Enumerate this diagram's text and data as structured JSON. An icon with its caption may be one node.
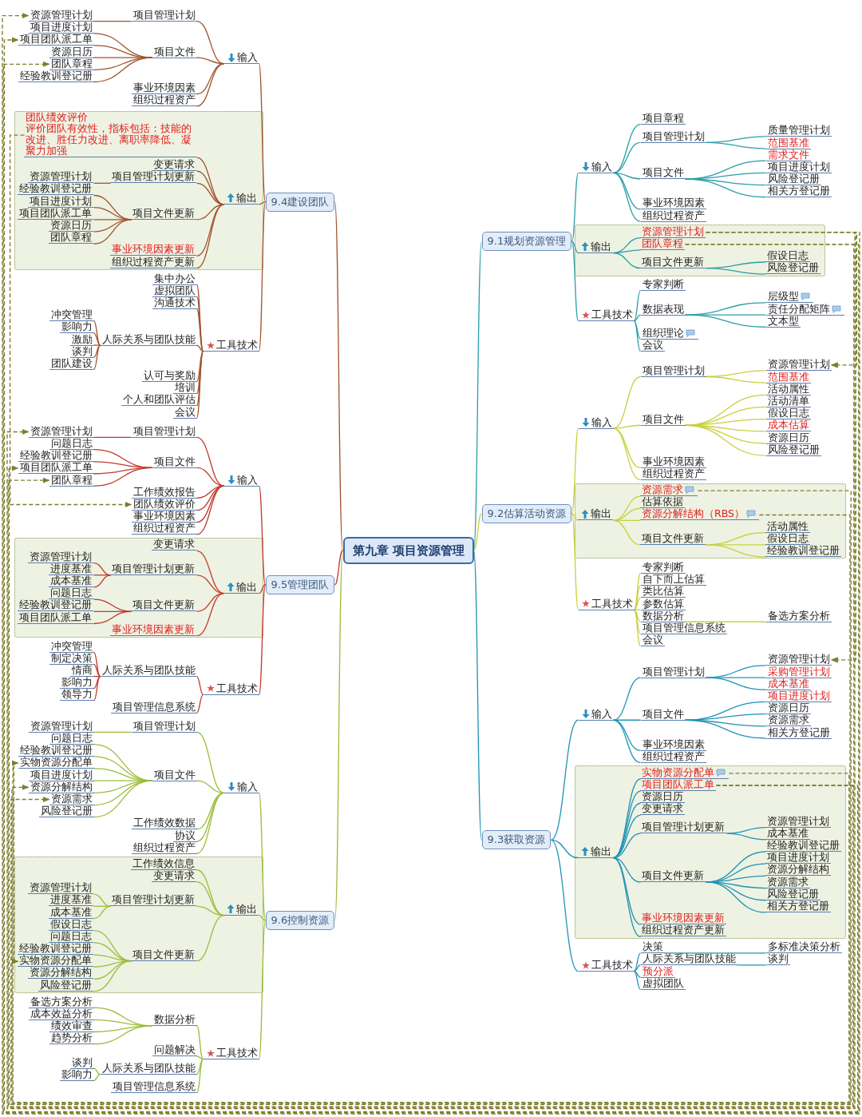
{
  "diagram": {
    "nodes": [
      {
        "text": [
          "第九章 项目资源管理"
        ]
      },
      {
        "text": [
          "9.1规划资源管理"
        ]
      },
      {
        "text": [
          "输入"
        ]
      },
      {
        "text": [
          "项目章程"
        ]
      },
      {
        "text": [
          "项目管理计划"
        ]
      },
      {
        "text": [
          "质量管理计划"
        ]
      },
      {
        "text": [
          "范围基准"
        ]
      },
      {
        "text": [
          "项目文件"
        ]
      },
      {
        "text": [
          "需求文件"
        ]
      },
      {
        "text": [
          "项目进度计划"
        ]
      },
      {
        "text": [
          "风险登记册"
        ]
      },
      {
        "text": [
          "相关方登记册"
        ]
      },
      {
        "text": [
          "事业环境因素"
        ]
      },
      {
        "text": [
          "组织过程资产"
        ]
      },
      {
        "text": [],
        "shape": "box"
      },
      {
        "text": [
          "输出"
        ],
        "in": 14
      },
      {
        "text": [
          "资源管理计划"
        ],
        "in": 14
      },
      {
        "text": [
          "团队章程"
        ],
        "in": 14
      },
      {
        "text": [
          "项目文件更新"
        ],
        "in": 14
      },
      {
        "text": [
          "假设日志"
        ],
        "in": 14
      },
      {
        "text": [
          "风险登记册"
        ],
        "in": 14
      },
      {
        "text": [
          "工具技术"
        ]
      },
      {
        "text": [
          "专家判断"
        ]
      },
      {
        "text": [
          "数据表现"
        ]
      },
      {
        "text": [
          "层级型"
        ]
      },
      {
        "text": [
          "责任分配矩阵"
        ]
      },
      {
        "text": [
          "文本型"
        ]
      },
      {
        "text": [
          "组织理论"
        ]
      },
      {
        "text": [
          "会议"
        ]
      },
      {
        "text": [
          "9.2估算活动资源"
        ]
      },
      {
        "text": [
          "输入"
        ]
      },
      {
        "text": [
          "项目管理计划"
        ]
      },
      {
        "text": [
          "资源管理计划"
        ]
      },
      {
        "text": [
          "范围基准"
        ]
      },
      {
        "text": [
          "项目文件"
        ]
      },
      {
        "text": [
          "活动属性"
        ]
      },
      {
        "text": [
          "活动清单"
        ]
      },
      {
        "text": [
          "假设日志"
        ]
      },
      {
        "text": [
          "成本估算"
        ]
      },
      {
        "text": [
          "资源日历"
        ]
      },
      {
        "text": [
          "风险登记册"
        ]
      },
      {
        "text": [
          "事业环境因素"
        ]
      },
      {
        "text": [
          "组织过程资产"
        ]
      },
      {
        "text": [],
        "shape": "box"
      },
      {
        "text": [
          "输出"
        ],
        "in": 43
      },
      {
        "text": [
          "资源需求"
        ],
        "in": 43
      },
      {
        "text": [
          "估算依据"
        ],
        "in": 43
      },
      {
        "text": [
          "资源分解结构（RBS）"
        ],
        "in": 43
      },
      {
        "text": [
          "项目文件更新"
        ],
        "in": 43
      },
      {
        "text": [
          "活动属性"
        ],
        "in": 43
      },
      {
        "text": [
          "假设日志"
        ],
        "in": 43
      },
      {
        "text": [
          "经验教训登记册"
        ],
        "in": 43
      },
      {
        "text": [
          "工具技术"
        ]
      },
      {
        "text": [
          "专家判断"
        ]
      },
      {
        "text": [
          "自下而上估算"
        ]
      },
      {
        "text": [
          "类比估算"
        ]
      },
      {
        "text": [
          "参数估算"
        ]
      },
      {
        "text": [
          "数据分析"
        ]
      },
      {
        "text": [
          "备选方案分析"
        ]
      },
      {
        "text": [
          "项目管理信息系统"
        ]
      },
      {
        "text": [
          "会议"
        ]
      },
      {
        "text": [
          "9.3获取资源"
        ]
      },
      {
        "text": [
          "输入"
        ]
      },
      {
        "text": [
          "项目管理计划"
        ]
      },
      {
        "text": [
          "资源管理计划"
        ]
      },
      {
        "text": [
          "采购管理计划"
        ]
      },
      {
        "text": [
          "成本基准"
        ]
      },
      {
        "text": [
          "项目文件"
        ]
      },
      {
        "text": [
          "项目进度计划"
        ]
      },
      {
        "text": [
          "资源日历"
        ]
      },
      {
        "text": [
          "资源需求"
        ]
      },
      {
        "text": [
          "相关方登记册"
        ]
      },
      {
        "text": [
          "事业环境因素"
        ]
      },
      {
        "text": [
          "组织过程资产"
        ]
      },
      {
        "text": [],
        "shape": "box"
      },
      {
        "text": [
          "输出"
        ],
        "in": 74
      },
      {
        "text": [
          "实物资源分配单"
        ],
        "in": 74
      },
      {
        "text": [
          "项目团队派工单"
        ],
        "in": 74
      },
      {
        "text": [
          "资源日历"
        ],
        "in": 74
      },
      {
        "text": [
          "变更请求"
        ],
        "in": 74
      },
      {
        "text": [
          "项目管理计划更新"
        ],
        "in": 74
      },
      {
        "text": [
          "资源管理计划"
        ],
        "in": 74
      },
      {
        "text": [
          "成本基准"
        ],
        "in": 74
      },
      {
        "text": [
          "项目文件更新"
        ],
        "in": 74
      },
      {
        "text": [
          "经验教训登记册"
        ],
        "in": 74
      },
      {
        "text": [
          "项目进度计划"
        ],
        "in": 74
      },
      {
        "text": [
          "资源分解结构"
        ],
        "in": 74
      },
      {
        "text": [
          "资源需求"
        ],
        "in": 74
      },
      {
        "text": [
          "风险登记册"
        ],
        "in": 74
      },
      {
        "text": [
          "相关方登记册"
        ],
        "in": 74
      },
      {
        "text": [
          "事业环境因素更新"
        ],
        "in": 74
      },
      {
        "text": [
          "组织过程资产更新"
        ],
        "in": 74
      },
      {
        "text": [
          "工具技术"
        ]
      },
      {
        "text": [
          "决策"
        ]
      },
      {
        "text": [
          "多标准决策分析"
        ]
      },
      {
        "text": [
          "人际关系与团队技能"
        ]
      },
      {
        "text": [
          "谈判"
        ]
      },
      {
        "text": [
          "预分派"
        ]
      },
      {
        "text": [
          "虚拟团队"
        ]
      },
      {
        "text": [
          "9.4建设团队"
        ]
      },
      {
        "text": [
          "输入"
        ]
      },
      {
        "text": [
          "项目管理计划"
        ]
      },
      {
        "text": [
          "资源管理计划"
        ]
      },
      {
        "text": [
          "项目文件"
        ]
      },
      {
        "text": [
          "项目进度计划"
        ]
      },
      {
        "text": [
          "项目团队派工单"
        ]
      },
      {
        "text": [
          "资源日历"
        ]
      },
      {
        "text": [
          "团队章程"
        ]
      },
      {
        "text": [
          "经验教训登记册"
        ]
      },
      {
        "text": [
          "事业环境因素"
        ]
      },
      {
        "text": [
          "组织过程资产"
        ]
      },
      {
        "text": [],
        "shape": "box"
      },
      {
        "text": [
          "输出"
        ],
        "in": 111
      },
      {
        "text": [
          "团队绩效评价",
          "评价团队有效性，指标包括：技能的改进、胜任力改进、离职率降低、凝聚力加强"
        ],
        "in": 111
      },
      {
        "text": [
          "变更请求"
        ],
        "in": 111
      },
      {
        "text": [
          "项目管理计划更新"
        ],
        "in": 111
      },
      {
        "text": [
          "资源管理计划"
        ],
        "in": 111
      },
      {
        "text": [
          "项目文件更新"
        ],
        "in": 111
      },
      {
        "text": [
          "经验教训登记册"
        ],
        "in": 111
      },
      {
        "text": [
          "项目进度计划"
        ],
        "in": 111
      },
      {
        "text": [
          "项目团队派工单"
        ],
        "in": 111
      },
      {
        "text": [
          "资源日历"
        ],
        "in": 111
      },
      {
        "text": [
          "团队章程"
        ],
        "in": 111
      },
      {
        "text": [
          "事业环境因素更新"
        ],
        "in": 111
      },
      {
        "text": [
          "组织过程资产更新"
        ],
        "in": 111
      },
      {
        "text": [
          "工具技术"
        ]
      },
      {
        "text": [
          "集中办公"
        ]
      },
      {
        "text": [
          "虚拟团队"
        ]
      },
      {
        "text": [
          "沟通技术"
        ]
      },
      {
        "text": [
          "人际关系与团队技能"
        ]
      },
      {
        "text": [
          "冲突管理"
        ]
      },
      {
        "text": [
          "影响力"
        ]
      },
      {
        "text": [
          "激励"
        ]
      },
      {
        "text": [
          "谈判"
        ]
      },
      {
        "text": [
          "团队建设"
        ]
      },
      {
        "text": [
          "认可与奖励"
        ]
      },
      {
        "text": [
          "培训"
        ]
      },
      {
        "text": [
          "个人和团队评估"
        ]
      },
      {
        "text": [
          "会议"
        ]
      },
      {
        "text": [
          "9.5管理团队"
        ]
      },
      {
        "text": [
          "输入"
        ]
      },
      {
        "text": [
          "项目管理计划"
        ]
      },
      {
        "text": [
          "资源管理计划"
        ]
      },
      {
        "text": [
          "项目文件"
        ]
      },
      {
        "text": [
          "问题日志"
        ]
      },
      {
        "text": [
          "经验教训登记册"
        ]
      },
      {
        "text": [
          "项目团队派工单"
        ]
      },
      {
        "text": [
          "团队章程"
        ]
      },
      {
        "text": [
          "工作绩效报告"
        ]
      },
      {
        "text": [
          "团队绩效评价"
        ]
      },
      {
        "text": [
          "事业环境因素"
        ]
      },
      {
        "text": [
          "组织过程资产"
        ]
      },
      {
        "text": [],
        "shape": "box"
      },
      {
        "text": [
          "输出"
        ],
        "in": 152
      },
      {
        "text": [
          "变更请求"
        ],
        "in": 152
      },
      {
        "text": [
          "项目管理计划更新"
        ],
        "in": 152
      },
      {
        "text": [
          "资源管理计划"
        ],
        "in": 152
      },
      {
        "text": [
          "进度基准"
        ],
        "in": 152
      },
      {
        "text": [
          "成本基准"
        ],
        "in": 152
      },
      {
        "text": [
          "项目文件更新"
        ],
        "in": 152
      },
      {
        "text": [
          "问题日志"
        ],
        "in": 152
      },
      {
        "text": [
          "经验教训登记册"
        ],
        "in": 152
      },
      {
        "text": [
          "项目团队派工单"
        ],
        "in": 152
      },
      {
        "text": [
          "事业环境因素更新"
        ],
        "in": 152
      },
      {
        "text": [
          "工具技术"
        ]
      },
      {
        "text": [
          "人际关系与团队技能"
        ]
      },
      {
        "text": [
          "冲突管理"
        ]
      },
      {
        "text": [
          "制定决策"
        ]
      },
      {
        "text": [
          "情商"
        ]
      },
      {
        "text": [
          "影响力"
        ]
      },
      {
        "text": [
          "领导力"
        ]
      },
      {
        "text": [
          "项目管理信息系统"
        ]
      },
      {
        "text": [
          "9.6控制资源"
        ]
      },
      {
        "text": [
          "输入"
        ]
      },
      {
        "text": [
          "项目管理计划"
        ]
      },
      {
        "text": [
          "资源管理计划"
        ]
      },
      {
        "text": [
          "项目文件"
        ]
      },
      {
        "text": [
          "问题日志"
        ]
      },
      {
        "text": [
          "经验教训登记册"
        ]
      },
      {
        "text": [
          "实物资源分配单"
        ]
      },
      {
        "text": [
          "项目进度计划"
        ]
      },
      {
        "text": [
          "资源分解结构"
        ]
      },
      {
        "text": [
          "资源需求"
        ]
      },
      {
        "text": [
          "风险登记册"
        ]
      },
      {
        "text": [
          "工作绩效数据"
        ]
      },
      {
        "text": [
          "协议"
        ]
      },
      {
        "text": [
          "组织过程资产"
        ]
      },
      {
        "text": [],
        "shape": "box"
      },
      {
        "text": [
          "输出"
        ],
        "in": 187
      },
      {
        "text": [
          "工作绩效信息"
        ],
        "in": 187
      },
      {
        "text": [
          "变更请求"
        ],
        "in": 187
      },
      {
        "text": [
          "项目管理计划更新"
        ],
        "in": 187
      },
      {
        "text": [
          "资源管理计划"
        ],
        "in": 187
      },
      {
        "text": [
          "进度基准"
        ],
        "in": 187
      },
      {
        "text": [
          "成本基准"
        ],
        "in": 187
      },
      {
        "text": [
          "项目文件更新"
        ],
        "in": 187
      },
      {
        "text": [
          "假设日志"
        ],
        "in": 187
      },
      {
        "text": [
          "问题日志"
        ],
        "in": 187
      },
      {
        "text": [
          "经验教训登记册"
        ],
        "in": 187
      },
      {
        "text": [
          "实物资源分配单"
        ],
        "in": 187
      },
      {
        "text": [
          "资源分解结构"
        ],
        "in": 187
      },
      {
        "text": [
          "风险登记册"
        ],
        "in": 187
      },
      {
        "text": [
          "工具技术"
        ]
      },
      {
        "text": [
          "数据分析"
        ]
      },
      {
        "text": [
          "备选方案分析"
        ]
      },
      {
        "text": [
          "成本效益分析"
        ]
      },
      {
        "text": [
          "绩效审查"
        ]
      },
      {
        "text": [
          "趋势分析"
        ]
      },
      {
        "text": [
          "问题解决"
        ]
      },
      {
        "text": [
          "人际关系与团队技能"
        ]
      },
      {
        "text": [
          "谈判"
        ]
      },
      {
        "text": [
          "影响力"
        ]
      },
      {
        "text": [
          "项目管理信息系统"
        ]
      }
    ],
    "edges": [
      {
        "from": 0,
        "to": 1,
        "arrow": "none",
        "color": "#2a9fa8"
      },
      {
        "from": 1,
        "to": 2,
        "arrow": "none",
        "color": "#2a9fa8"
      },
      {
        "from": 2,
        "to": 3,
        "arrow": "none",
        "color": "#2a9fa8"
      },
      {
        "from": 2,
        "to": 4,
        "arrow": "none",
        "color": "#2a9fa8"
      },
      {
        "from": 4,
        "to": 5,
        "arrow": "none",
        "color": "#2a9fa8"
      },
      {
        "from": 4,
        "to": 6,
        "arrow": "none",
        "color": "#2a9fa8"
      },
      {
        "from": 2,
        "to": 7,
        "arrow": "none",
        "color": "#2a9fa8"
      },
      {
        "from": 7,
        "to": 8,
        "arrow": "none",
        "color": "#2a9fa8"
      },
      {
        "from": 7,
        "to": 9,
        "arrow": "none",
        "color": "#2a9fa8"
      },
      {
        "from": 7,
        "to": 10,
        "arrow": "none",
        "color": "#2a9fa8"
      },
      {
        "from": 7,
        "to": 11,
        "arrow": "none",
        "color": "#2a9fa8"
      },
      {
        "from": 2,
        "to": 12,
        "arrow": "none",
        "color": "#2a9fa8"
      },
      {
        "from": 2,
        "to": 13,
        "arrow": "none",
        "color": "#2a9fa8"
      },
      {
        "from": 1,
        "to": 15,
        "arrow": "none",
        "color": "#2a9fa8"
      },
      {
        "from": 15,
        "to": 16,
        "arrow": "none",
        "color": "#2a9fa8"
      },
      {
        "from": 15,
        "to": 17,
        "arrow": "none",
        "color": "#2a9fa8"
      },
      {
        "from": 15,
        "to": 18,
        "arrow": "none",
        "color": "#2a9fa8"
      },
      {
        "from": 18,
        "to": 19,
        "arrow": "none",
        "color": "#2a9fa8"
      },
      {
        "from": 18,
        "to": 20,
        "arrow": "none",
        "color": "#2a9fa8"
      },
      {
        "from": 1,
        "to": 21,
        "arrow": "none",
        "color": "#2a9fa8"
      },
      {
        "from": 21,
        "to": 22,
        "arrow": "none",
        "color": "#2a9fa8"
      },
      {
        "from": 21,
        "to": 23,
        "arrow": "none",
        "color": "#2a9fa8"
      },
      {
        "from": 23,
        "to": 24,
        "arrow": "none",
        "color": "#2a9fa8"
      },
      {
        "from": 23,
        "to": 25,
        "arrow": "none",
        "color": "#2a9fa8"
      },
      {
        "from": 23,
        "to": 26,
        "arrow": "none",
        "color": "#2a9fa8"
      },
      {
        "from": 21,
        "to": 27,
        "arrow": "none",
        "color": "#2a9fa8"
      },
      {
        "from": 21,
        "to": 28,
        "arrow": "none",
        "color": "#2a9fa8"
      },
      {
        "from": 0,
        "to": 29,
        "arrow": "none",
        "color": "#c9cf3e"
      },
      {
        "from": 29,
        "to": 30,
        "arrow": "none",
        "color": "#c9cf3e"
      },
      {
        "from": 30,
        "to": 31,
        "arrow": "none",
        "color": "#c9cf3e"
      },
      {
        "from": 31,
        "to": 32,
        "arrow": "none",
        "color": "#c9cf3e"
      },
      {
        "from": 31,
        "to": 33,
        "arrow": "none",
        "color": "#c9cf3e"
      },
      {
        "from": 30,
        "to": 34,
        "arrow": "none",
        "color": "#c9cf3e"
      },
      {
        "from": 34,
        "to": 35,
        "arrow": "none",
        "color": "#c9cf3e"
      },
      {
        "from": 34,
        "to": 36,
        "arrow": "none",
        "color": "#c9cf3e"
      },
      {
        "from": 34,
        "to": 37,
        "arrow": "none",
        "color": "#c9cf3e"
      },
      {
        "from": 34,
        "to": 38,
        "arrow": "none",
        "color": "#c9cf3e"
      },
      {
        "from": 34,
        "to": 39,
        "arrow": "none",
        "color": "#c9cf3e"
      },
      {
        "from": 34,
        "to": 40,
        "arrow": "none",
        "color": "#c9cf3e"
      },
      {
        "from": 30,
        "to": 41,
        "arrow": "none",
        "color": "#c9cf3e"
      },
      {
        "from": 30,
        "to": 42,
        "arrow": "none",
        "color": "#c9cf3e"
      },
      {
        "from": 29,
        "to": 44,
        "arrow": "none",
        "color": "#c9cf3e"
      },
      {
        "from": 44,
        "to": 45,
        "arrow": "none",
        "color": "#c9cf3e"
      },
      {
        "from": 44,
        "to": 46,
        "arrow": "none",
        "color": "#c9cf3e"
      },
      {
        "from": 44,
        "to": 47,
        "arrow": "none",
        "color": "#c9cf3e"
      },
      {
        "from": 44,
        "to": 48,
        "arrow": "none",
        "color": "#c9cf3e"
      },
      {
        "from": 48,
        "to": 49,
        "arrow": "none",
        "color": "#c9cf3e"
      },
      {
        "from": 48,
        "to": 50,
        "arrow": "none",
        "color": "#c9cf3e"
      },
      {
        "from": 48,
        "to": 51,
        "arrow": "none",
        "color": "#c9cf3e"
      },
      {
        "from": 29,
        "to": 52,
        "arrow": "none",
        "color": "#c9cf3e"
      },
      {
        "from": 52,
        "to": 53,
        "arrow": "none",
        "color": "#c9cf3e"
      },
      {
        "from": 52,
        "to": 54,
        "arrow": "none",
        "color": "#c9cf3e"
      },
      {
        "from": 52,
        "to": 55,
        "arrow": "none",
        "color": "#c9cf3e"
      },
      {
        "from": 52,
        "to": 56,
        "arrow": "none",
        "color": "#c9cf3e"
      },
      {
        "from": 52,
        "to": 57,
        "arrow": "none",
        "color": "#c9cf3e"
      },
      {
        "from": 57,
        "to": 58,
        "arrow": "none",
        "color": "#c9cf3e"
      },
      {
        "from": 52,
        "to": 59,
        "arrow": "none",
        "color": "#c9cf3e"
      },
      {
        "from": 52,
        "to": 60,
        "arrow": "none",
        "color": "#c9cf3e"
      },
      {
        "from": 0,
        "to": 61,
        "arrow": "none",
        "color": "#1f93b5"
      },
      {
        "from": 61,
        "to": 62,
        "arrow": "none",
        "color": "#1f93b5"
      },
      {
        "from": 62,
        "to": 63,
        "arrow": "none",
        "color": "#1f93b5"
      },
      {
        "from": 63,
        "to": 64,
        "arrow": "none",
        "color": "#1f93b5"
      },
      {
        "from": 63,
        "to": 65,
        "arrow": "none",
        "color": "#1f93b5"
      },
      {
        "from": 63,
        "to": 66,
        "arrow": "none",
        "color": "#1f93b5"
      },
      {
        "from": 62,
        "to": 67,
        "arrow": "none",
        "color": "#1f93b5"
      },
      {
        "from": 67,
        "to": 68,
        "arrow": "none",
        "color": "#1f93b5"
      },
      {
        "from": 67,
        "to": 69,
        "arrow": "none",
        "color": "#1f93b5"
      },
      {
        "from": 67,
        "to": 70,
        "arrow": "none",
        "color": "#1f93b5"
      },
      {
        "from": 67,
        "to": 71,
        "arrow": "none",
        "color": "#1f93b5"
      },
      {
        "from": 62,
        "to": 72,
        "arrow": "none",
        "color": "#1f93b5"
      },
      {
        "from": 62,
        "to": 73,
        "arrow": "none",
        "color": "#1f93b5"
      },
      {
        "from": 61,
        "to": 75,
        "arrow": "none",
        "color": "#1f93b5"
      },
      {
        "from": 75,
        "to": 76,
        "arrow": "none",
        "color": "#1f93b5"
      },
      {
        "from": 75,
        "to": 77,
        "arrow": "none",
        "color": "#1f93b5"
      },
      {
        "from": 75,
        "to": 78,
        "arrow": "none",
        "color": "#1f93b5"
      },
      {
        "from": 75,
        "to": 79,
        "arrow": "none",
        "color": "#1f93b5"
      },
      {
        "from": 75,
        "to": 80,
        "arrow": "none",
        "color": "#1f93b5"
      },
      {
        "from": 80,
        "to": 81,
        "arrow": "none",
        "color": "#1f93b5"
      },
      {
        "from": 80,
        "to": 82,
        "arrow": "none",
        "color": "#1f93b5"
      },
      {
        "from": 75,
        "to": 83,
        "arrow": "none",
        "color": "#1f93b5"
      },
      {
        "from": 83,
        "to": 84,
        "arrow": "none",
        "color": "#1f93b5"
      },
      {
        "from": 83,
        "to": 85,
        "arrow": "none",
        "color": "#1f93b5"
      },
      {
        "from": 83,
        "to": 86,
        "arrow": "none",
        "color": "#1f93b5"
      },
      {
        "from": 83,
        "to": 87,
        "arrow": "none",
        "color": "#1f93b5"
      },
      {
        "from": 83,
        "to": 88,
        "arrow": "none",
        "color": "#1f93b5"
      },
      {
        "from": 83,
        "to": 89,
        "arrow": "none",
        "color": "#1f93b5"
      },
      {
        "from": 75,
        "to": 90,
        "arrow": "none",
        "color": "#1f93b5"
      },
      {
        "from": 75,
        "to": 91,
        "arrow": "none",
        "color": "#1f93b5"
      },
      {
        "from": 61,
        "to": 92,
        "arrow": "none",
        "color": "#1f93b5"
      },
      {
        "from": 92,
        "to": 93,
        "arrow": "none",
        "color": "#1f93b5"
      },
      {
        "from": 93,
        "to": 94,
        "arrow": "none",
        "color": "#1f93b5"
      },
      {
        "from": 92,
        "to": 95,
        "arrow": "none",
        "color": "#1f93b5"
      },
      {
        "from": 95,
        "to": 96,
        "arrow": "none",
        "color": "#1f93b5"
      },
      {
        "from": 92,
        "to": 97,
        "arrow": "none",
        "color": "#1f93b5"
      },
      {
        "from": 92,
        "to": 98,
        "arrow": "none",
        "color": "#1f93b5"
      },
      {
        "from": 0,
        "to": 99,
        "arrow": "none",
        "color": "#a0522d"
      },
      {
        "from": 99,
        "to": 100,
        "arrow": "none",
        "color": "#a0522d"
      },
      {
        "from": 100,
        "to": 101,
        "arrow": "none",
        "color": "#a0522d"
      },
      {
        "from": 101,
        "to": 102,
        "arrow": "none",
        "color": "#a0522d"
      },
      {
        "from": 100,
        "to": 103,
        "arrow": "none",
        "color": "#a0522d"
      },
      {
        "from": 103,
        "to": 104,
        "arrow": "none",
        "color": "#a0522d"
      },
      {
        "from": 103,
        "to": 105,
        "arrow": "none",
        "color": "#a0522d"
      },
      {
        "from": 103,
        "to": 106,
        "arrow": "none",
        "color": "#a0522d"
      },
      {
        "from": 103,
        "to": 107,
        "arrow": "none",
        "color": "#a0522d"
      },
      {
        "from": 103,
        "to": 108,
        "arrow": "none",
        "color": "#a0522d"
      },
      {
        "from": 100,
        "to": 109,
        "arrow": "none",
        "color": "#a0522d"
      },
      {
        "from": 100,
        "to": 110,
        "arrow": "none",
        "color": "#a0522d"
      },
      {
        "from": 99,
        "to": 112,
        "arrow": "none",
        "color": "#a0522d"
      },
      {
        "from": 112,
        "to": 113,
        "arrow": "none",
        "color": "#a0522d"
      },
      {
        "from": 112,
        "to": 114,
        "arrow": "none",
        "color": "#a0522d"
      },
      {
        "from": 112,
        "to": 115,
        "arrow": "none",
        "color": "#a0522d"
      },
      {
        "from": 115,
        "to": 116,
        "arrow": "none",
        "color": "#a0522d"
      },
      {
        "from": 112,
        "to": 117,
        "arrow": "none",
        "color": "#a0522d"
      },
      {
        "from": 117,
        "to": 118,
        "arrow": "none",
        "color": "#a0522d"
      },
      {
        "from": 117,
        "to": 119,
        "arrow": "none",
        "color": "#a0522d"
      },
      {
        "from": 117,
        "to": 120,
        "arrow": "none",
        "color": "#a0522d"
      },
      {
        "from": 117,
        "to": 121,
        "arrow": "none",
        "color": "#a0522d"
      },
      {
        "from": 117,
        "to": 122,
        "arrow": "none",
        "color": "#a0522d"
      },
      {
        "from": 112,
        "to": 123,
        "arrow": "none",
        "color": "#a0522d"
      },
      {
        "from": 112,
        "to": 124,
        "arrow": "none",
        "color": "#a0522d"
      },
      {
        "from": 99,
        "to": 125,
        "arrow": "none",
        "color": "#a0522d"
      },
      {
        "from": 125,
        "to": 126,
        "arrow": "none",
        "color": "#a0522d"
      },
      {
        "from": 125,
        "to": 127,
        "arrow": "none",
        "color": "#a0522d"
      },
      {
        "from": 125,
        "to": 128,
        "arrow": "none",
        "color": "#a0522d"
      },
      {
        "from": 125,
        "to": 129,
        "arrow": "none",
        "color": "#a0522d"
      },
      {
        "from": 129,
        "to": 130,
        "arrow": "none",
        "color": "#a0522d"
      },
      {
        "from": 129,
        "to": 131,
        "arrow": "none",
        "color": "#a0522d"
      },
      {
        "from": 129,
        "to": 132,
        "arrow": "none",
        "color": "#a0522d"
      },
      {
        "from": 129,
        "to": 133,
        "arrow": "none",
        "color": "#a0522d"
      },
      {
        "from": 129,
        "to": 134,
        "arrow": "none",
        "color": "#a0522d"
      },
      {
        "from": 125,
        "to": 135,
        "arrow": "none",
        "color": "#a0522d"
      },
      {
        "from": 125,
        "to": 136,
        "arrow": "none",
        "color": "#a0522d"
      },
      {
        "from": 125,
        "to": 137,
        "arrow": "none",
        "color": "#a0522d"
      },
      {
        "from": 125,
        "to": 138,
        "arrow": "none",
        "color": "#a0522d"
      },
      {
        "from": 0,
        "to": 139,
        "arrow": "none",
        "color": "#c0392b"
      },
      {
        "from": 139,
        "to": 140,
        "arrow": "none",
        "color": "#c0392b"
      },
      {
        "from": 140,
        "to": 141,
        "arrow": "none",
        "color": "#c0392b"
      },
      {
        "from": 141,
        "to": 142,
        "arrow": "none",
        "color": "#c0392b"
      },
      {
        "from": 140,
        "to": 143,
        "arrow": "none",
        "color": "#c0392b"
      },
      {
        "from": 143,
        "to": 144,
        "arrow": "none",
        "color": "#c0392b"
      },
      {
        "from": 143,
        "to": 145,
        "arrow": "none",
        "color": "#c0392b"
      },
      {
        "from": 143,
        "to": 146,
        "arrow": "none",
        "color": "#c0392b"
      },
      {
        "from": 143,
        "to": 147,
        "arrow": "none",
        "color": "#c0392b"
      },
      {
        "from": 140,
        "to": 148,
        "arrow": "none",
        "color": "#c0392b"
      },
      {
        "from": 140,
        "to": 149,
        "arrow": "none",
        "color": "#c0392b"
      },
      {
        "from": 140,
        "to": 150,
        "arrow": "none",
        "color": "#c0392b"
      },
      {
        "from": 140,
        "to": 151,
        "arrow": "none",
        "color": "#c0392b"
      },
      {
        "from": 139,
        "to": 153,
        "arrow": "none",
        "color": "#c0392b"
      },
      {
        "from": 153,
        "to": 154,
        "arrow": "none",
        "color": "#c0392b"
      },
      {
        "from": 153,
        "to": 155,
        "arrow": "none",
        "color": "#c0392b"
      },
      {
        "from": 155,
        "to": 156,
        "arrow": "none",
        "color": "#c0392b"
      },
      {
        "from": 155,
        "to": 157,
        "arrow": "none",
        "color": "#c0392b"
      },
      {
        "from": 155,
        "to": 158,
        "arrow": "none",
        "color": "#c0392b"
      },
      {
        "from": 153,
        "to": 159,
        "arrow": "none",
        "color": "#c0392b"
      },
      {
        "from": 159,
        "to": 160,
        "arrow": "none",
        "color": "#c0392b"
      },
      {
        "from": 159,
        "to": 161,
        "arrow": "none",
        "color": "#c0392b"
      },
      {
        "from": 159,
        "to": 162,
        "arrow": "none",
        "color": "#c0392b"
      },
      {
        "from": 153,
        "to": 163,
        "arrow": "none",
        "color": "#c0392b"
      },
      {
        "from": 139,
        "to": 164,
        "arrow": "none",
        "color": "#c0392b"
      },
      {
        "from": 164,
        "to": 165,
        "arrow": "none",
        "color": "#c0392b"
      },
      {
        "from": 165,
        "to": 166,
        "arrow": "none",
        "color": "#c0392b"
      },
      {
        "from": 165,
        "to": 167,
        "arrow": "none",
        "color": "#c0392b"
      },
      {
        "from": 165,
        "to": 168,
        "arrow": "none",
        "color": "#c0392b"
      },
      {
        "from": 165,
        "to": 169,
        "arrow": "none",
        "color": "#c0392b"
      },
      {
        "from": 165,
        "to": 170,
        "arrow": "none",
        "color": "#c0392b"
      },
      {
        "from": 164,
        "to": 171,
        "arrow": "none",
        "color": "#c0392b"
      },
      {
        "from": 0,
        "to": 172,
        "arrow": "none",
        "color": "#9cbc3a"
      },
      {
        "from": 172,
        "to": 173,
        "arrow": "none",
        "color": "#9cbc3a"
      },
      {
        "from": 173,
        "to": 174,
        "arrow": "none",
        "color": "#9cbc3a"
      },
      {
        "from": 174,
        "to": 175,
        "arrow": "none",
        "color": "#9cbc3a"
      },
      {
        "from": 173,
        "to": 176,
        "arrow": "none",
        "color": "#9cbc3a"
      },
      {
        "from": 176,
        "to": 177,
        "arrow": "none",
        "color": "#9cbc3a"
      },
      {
        "from": 176,
        "to": 178,
        "arrow": "none",
        "color": "#9cbc3a"
      },
      {
        "from": 176,
        "to": 179,
        "arrow": "none",
        "color": "#9cbc3a"
      },
      {
        "from": 176,
        "to": 180,
        "arrow": "none",
        "color": "#9cbc3a"
      },
      {
        "from": 176,
        "to": 181,
        "arrow": "none",
        "color": "#9cbc3a"
      },
      {
        "from": 176,
        "to": 182,
        "arrow": "none",
        "color": "#9cbc3a"
      },
      {
        "from": 176,
        "to": 183,
        "arrow": "none",
        "color": "#9cbc3a"
      },
      {
        "from": 173,
        "to": 184,
        "arrow": "none",
        "color": "#9cbc3a"
      },
      {
        "from": 173,
        "to": 185,
        "arrow": "none",
        "color": "#9cbc3a"
      },
      {
        "from": 173,
        "to": 186,
        "arrow": "none",
        "color": "#9cbc3a"
      },
      {
        "from": 172,
        "to": 188,
        "arrow": "none",
        "color": "#9cbc3a"
      },
      {
        "from": 188,
        "to": 189,
        "arrow": "none",
        "color": "#9cbc3a"
      },
      {
        "from": 188,
        "to": 190,
        "arrow": "none",
        "color": "#9cbc3a"
      },
      {
        "from": 188,
        "to": 191,
        "arrow": "none",
        "color": "#9cbc3a"
      },
      {
        "from": 191,
        "to": 192,
        "arrow": "none",
        "color": "#9cbc3a"
      },
      {
        "from": 191,
        "to": 193,
        "arrow": "none",
        "color": "#9cbc3a"
      },
      {
        "from": 191,
        "to": 194,
        "arrow": "none",
        "color": "#9cbc3a"
      },
      {
        "from": 188,
        "to": 195,
        "arrow": "none",
        "color": "#9cbc3a"
      },
      {
        "from": 195,
        "to": 196,
        "arrow": "none",
        "color": "#9cbc3a"
      },
      {
        "from": 195,
        "to": 197,
        "arrow": "none",
        "color": "#9cbc3a"
      },
      {
        "from": 195,
        "to": 198,
        "arrow": "none",
        "color": "#9cbc3a"
      },
      {
        "from": 195,
        "to": 199,
        "arrow": "none",
        "color": "#9cbc3a"
      },
      {
        "from": 195,
        "to": 200,
        "arrow": "none",
        "color": "#9cbc3a"
      },
      {
        "from": 195,
        "to": 201,
        "arrow": "none",
        "color": "#9cbc3a"
      },
      {
        "from": 172,
        "to": 202,
        "arrow": "none",
        "color": "#9cbc3a"
      },
      {
        "from": 202,
        "to": 203,
        "arrow": "none",
        "color": "#9cbc3a"
      },
      {
        "from": 203,
        "to": 204,
        "arrow": "none",
        "color": "#9cbc3a"
      },
      {
        "from": 203,
        "to": 205,
        "arrow": "none",
        "color": "#9cbc3a"
      },
      {
        "from": 203,
        "to": 206,
        "arrow": "none",
        "color": "#9cbc3a"
      },
      {
        "from": 203,
        "to": 207,
        "arrow": "none",
        "color": "#9cbc3a"
      },
      {
        "from": 202,
        "to": 208,
        "arrow": "none",
        "color": "#9cbc3a"
      },
      {
        "from": 202,
        "to": 209,
        "arrow": "none",
        "color": "#9cbc3a"
      },
      {
        "from": 209,
        "to": 210,
        "arrow": "none",
        "color": "#9cbc3a"
      },
      {
        "from": 209,
        "to": 211,
        "arrow": "none",
        "color": "#9cbc3a"
      },
      {
        "from": 202,
        "to": 212,
        "arrow": "none",
        "color": "#9cbc3a"
      },
      {
        "from": 16,
        "to": 102,
        "arrow": "to",
        "style": "dashed",
        "color": "#7d7d2e"
      },
      {
        "from": 17,
        "to": 107,
        "arrow": "to",
        "style": "dashed",
        "color": "#7d7d2e"
      },
      {
        "from": 77,
        "to": 105,
        "arrow": "to",
        "style": "dashed",
        "color": "#7d7d2e"
      },
      {
        "from": 16,
        "to": 32,
        "arrow": "to",
        "style": "dashed",
        "color": "#7d7d2e"
      },
      {
        "from": 16,
        "to": 64,
        "arrow": "to",
        "style": "dashed",
        "color": "#7d7d2e"
      },
      {
        "from": 16,
        "to": 142,
        "arrow": "to",
        "style": "dashed",
        "color": "#7d7d2e"
      },
      {
        "from": 17,
        "to": 147,
        "arrow": "to",
        "style": "dashed",
        "color": "#7d7d2e"
      },
      {
        "from": 77,
        "to": 146,
        "arrow": "to",
        "style": "dashed",
        "color": "#7d7d2e"
      },
      {
        "from": 113,
        "to": 149,
        "arrow": "to",
        "style": "dashed",
        "color": "#7d7d2e"
      },
      {
        "from": 45,
        "to": 182,
        "arrow": "to",
        "style": "dashed",
        "color": "#7d7d2e"
      },
      {
        "from": 47,
        "to": 181,
        "arrow": "to",
        "style": "dashed",
        "color": "#7d7d2e"
      },
      {
        "from": 76,
        "to": 179,
        "arrow": "to",
        "style": "dashed",
        "color": "#7d7d2e"
      },
      {
        "from": 179,
        "to": 199,
        "arrow": "to",
        "style": "dashed",
        "color": "#7d7d2e"
      }
    ]
  }
}
